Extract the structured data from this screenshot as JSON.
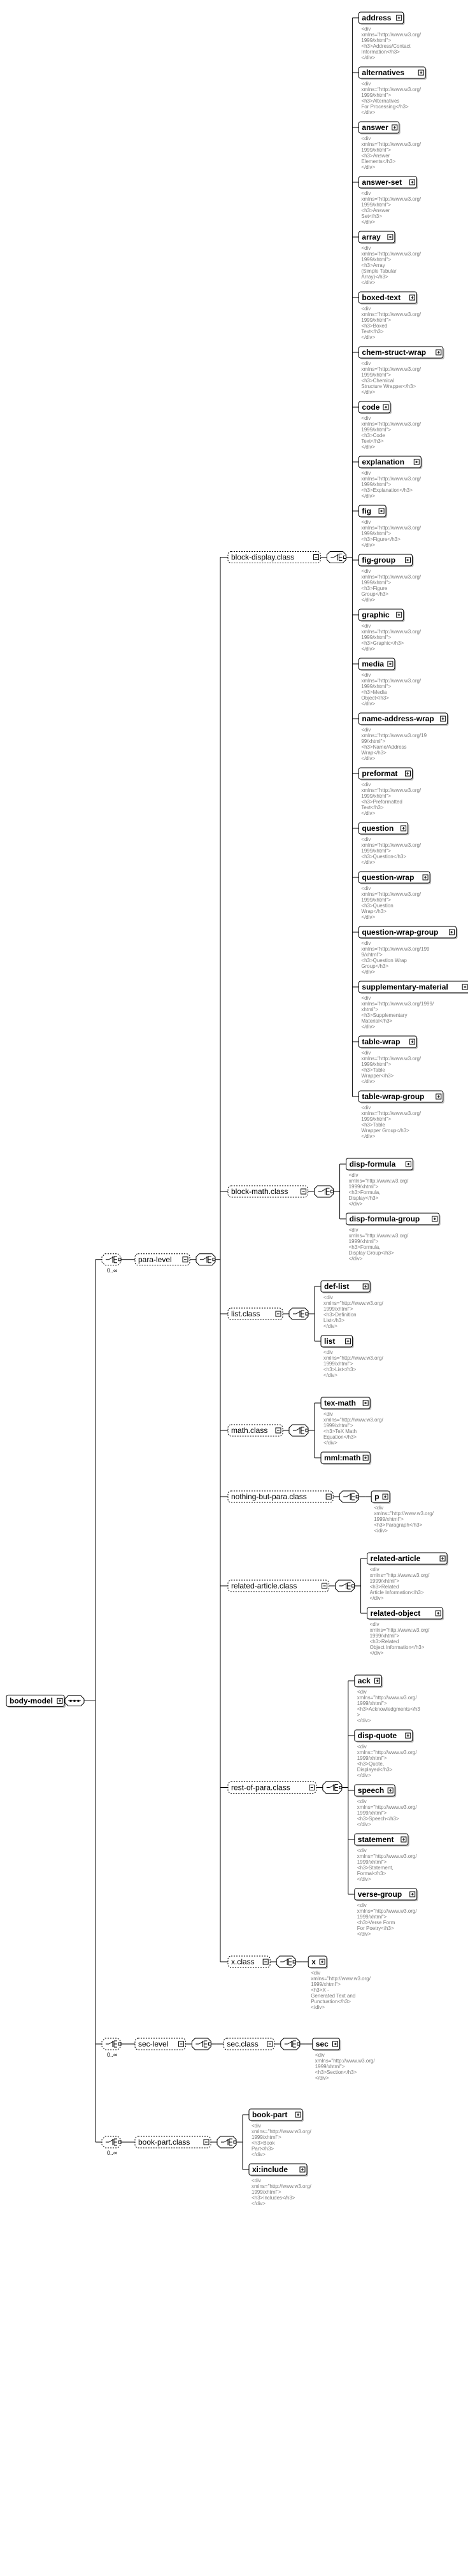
{
  "root": {
    "label": "body-model"
  },
  "occurrence": "0..∞",
  "groups": [
    {
      "label": "para-level",
      "children": [
        {
          "label": "block-display.class",
          "elements": [
            {
              "name": "address",
              "doc": [
                "<div",
                "xmlns=\"http://www.w3.org/",
                "1999/xhtml\">",
                "<h3>Address/Contact",
                "Information</h3>",
                "</div>"
              ]
            },
            {
              "name": "alternatives",
              "doc": [
                "<div",
                "xmlns=\"http://www.w3.org/",
                "1999/xhtml\">",
                "<h3>Alternatives",
                "For Processing</h3>",
                "</div>"
              ]
            },
            {
              "name": "answer",
              "doc": [
                "<div",
                "xmlns=\"http://www.w3.org/",
                "1999/xhtml\">",
                "<h3>Answer",
                "Elements</h3>",
                "</div>"
              ]
            },
            {
              "name": "answer-set",
              "doc": [
                "<div",
                "xmlns=\"http://www.w3.org/",
                "1999/xhtml\">",
                "<h3>Answer",
                "Set</h3>",
                "</div>"
              ]
            },
            {
              "name": "array",
              "doc": [
                "<div",
                "xmlns=\"http://www.w3.org/",
                "1999/xhtml\">",
                "<h3>Array",
                "(Simple Tabular",
                "Array)</h3>",
                "</div>"
              ]
            },
            {
              "name": "boxed-text",
              "doc": [
                "<div",
                "xmlns=\"http://www.w3.org/",
                "1999/xhtml\">",
                "<h3>Boxed",
                "Text</h3>",
                "</div>"
              ]
            },
            {
              "name": "chem-struct-wrap",
              "doc": [
                "<div",
                "xmlns=\"http://www.w3.org/",
                "1999/xhtml\">",
                "<h3>Chemical",
                "Structure Wrapper</h3>",
                "</div>"
              ]
            },
            {
              "name": "code",
              "doc": [
                "<div",
                "xmlns=\"http://www.w3.org/",
                "1999/xhtml\">",
                "<h3>Code",
                "Text</h3>",
                "</div>"
              ]
            },
            {
              "name": "explanation",
              "doc": [
                "<div",
                "xmlns=\"http://www.w3.org/",
                "1999/xhtml\">",
                "<h3>Explanation</h3>",
                "</div>"
              ]
            },
            {
              "name": "fig",
              "doc": [
                "<div",
                "xmlns=\"http://www.w3.org/",
                "1999/xhtml\">",
                "<h3>Figure</h3>",
                "</div>"
              ]
            },
            {
              "name": "fig-group",
              "doc": [
                "<div",
                "xmlns=\"http://www.w3.org/",
                "1999/xhtml\">",
                "<h3>Figure",
                "Group</h3>",
                "</div>"
              ]
            },
            {
              "name": "graphic",
              "doc": [
                "<div",
                "xmlns=\"http://www.w3.org/",
                "1999/xhtml\">",
                "<h3>Graphic</h3>",
                "</div>"
              ]
            },
            {
              "name": "media",
              "doc": [
                "<div",
                "xmlns=\"http://www.w3.org/",
                "1999/xhtml\">",
                "<h3>Media",
                "Object</h3>",
                "</div>"
              ]
            },
            {
              "name": "name-address-wrap",
              "doc": [
                "<div",
                "xmlns=\"http://www.w3.org/19",
                "99/xhtml\">",
                "<h3>Name/Address",
                "Wrap</h3>",
                "</div>"
              ]
            },
            {
              "name": "preformat",
              "doc": [
                "<div",
                "xmlns=\"http://www.w3.org/",
                "1999/xhtml\">",
                "<h3>Preformatted",
                "Text</h3>",
                "</div>"
              ]
            },
            {
              "name": "question",
              "doc": [
                "<div",
                "xmlns=\"http://www.w3.org/",
                "1999/xhtml\">",
                "<h3>Question</h3>",
                "</div>"
              ]
            },
            {
              "name": "question-wrap",
              "doc": [
                "<div",
                "xmlns=\"http://www.w3.org/",
                "1999/xhtml\">",
                "<h3>Question",
                "Wrap</h3>",
                "</div>"
              ]
            },
            {
              "name": "question-wrap-group",
              "doc": [
                "<div",
                "xmlns=\"http://www.w3.org/199",
                "9/xhtml\">",
                "<h3>Question Wrap",
                "Group</h3>",
                "</div>"
              ]
            },
            {
              "name": "supplementary-material",
              "doc": [
                "<div",
                "xmlns=\"http://www.w3.org/1999/",
                "xhtml\">",
                "<h3>Supplementary",
                "Material</h3>",
                "</div>"
              ]
            },
            {
              "name": "table-wrap",
              "doc": [
                "<div",
                "xmlns=\"http://www.w3.org/",
                "1999/xhtml\">",
                "<h3>Table",
                "Wrapper</h3>",
                "</div>"
              ]
            },
            {
              "name": "table-wrap-group",
              "doc": [
                "<div",
                "xmlns=\"http://www.w3.org/",
                "1999/xhtml\">",
                "<h3>Table",
                "Wrapper Group</h3>",
                "</div>"
              ]
            }
          ]
        },
        {
          "label": "block-math.class",
          "elements": [
            {
              "name": "disp-formula",
              "doc": [
                "<div",
                "xmlns=\"http://www.w3.org/",
                "1999/xhtml\">",
                "<h3>Formula,",
                "Display</h3>",
                "</div>"
              ]
            },
            {
              "name": "disp-formula-group",
              "doc": [
                "<div",
                "xmlns=\"http://www.w3.org/",
                "1999/xhtml\">",
                "<h3>Formula,",
                "Display Group</h3>",
                "</div>"
              ]
            }
          ]
        },
        {
          "label": "list.class",
          "elements": [
            {
              "name": "def-list",
              "doc": [
                "<div",
                "xmlns=\"http://www.w3.org/",
                "1999/xhtml\">",
                "<h3>Definition",
                "List</h3>",
                "</div>"
              ]
            },
            {
              "name": "list",
              "doc": [
                "<div",
                "xmlns=\"http://www.w3.org/",
                "1999/xhtml\">",
                "<h3>List</h3>",
                "</div>"
              ]
            }
          ]
        },
        {
          "label": "math.class",
          "elements": [
            {
              "name": "tex-math",
              "doc": [
                "<div",
                "xmlns=\"http://www.w3.org/",
                "1999/xhtml\">",
                "<h3>TeX Math",
                "Equation</h3>",
                "</div>"
              ]
            },
            {
              "name": "mml:math",
              "doc": []
            }
          ]
        },
        {
          "label": "nothing-but-para.class",
          "elements": [
            {
              "name": "p",
              "doc": [
                "<div",
                "xmlns=\"http://www.w3.org/",
                "1999/xhtml\">",
                "<h3>Paragraph</h3>",
                "</div>"
              ]
            }
          ]
        },
        {
          "label": "related-article.class",
          "elements": [
            {
              "name": "related-article",
              "doc": [
                "<div",
                "xmlns=\"http://www.w3.org/",
                "1999/xhtml\">",
                "<h3>Related",
                "Article Information</h3>",
                "</div>"
              ]
            },
            {
              "name": "related-object",
              "doc": [
                "<div",
                "xmlns=\"http://www.w3.org/",
                "1999/xhtml\">",
                "<h3>Related",
                "Object Information</h3>",
                "</div>"
              ]
            }
          ]
        },
        {
          "label": "rest-of-para.class",
          "elements": [
            {
              "name": "ack",
              "doc": [
                "<div",
                "xmlns=\"http://www.w3.org/",
                "1999/xhtml\">",
                "<h3>Acknowledgments</h3",
                ">",
                "</div>"
              ]
            },
            {
              "name": "disp-quote",
              "doc": [
                "<div",
                "xmlns=\"http://www.w3.org/",
                "1999/xhtml\">",
                "<h3>Quote,",
                "Displayed</h3>",
                "</div>"
              ]
            },
            {
              "name": "speech",
              "doc": [
                "<div",
                "xmlns=\"http://www.w3.org/",
                "1999/xhtml\">",
                "<h3>Speech</h3>",
                "</div>"
              ]
            },
            {
              "name": "statement",
              "doc": [
                "<div",
                "xmlns=\"http://www.w3.org/",
                "1999/xhtml\">",
                "<h3>Statement,",
                "Formal</h3>",
                "</div>"
              ]
            },
            {
              "name": "verse-group",
              "doc": [
                "<div",
                "xmlns=\"http://www.w3.org/",
                "1999/xhtml\">",
                "<h3>Verse Form",
                "For Poetry</h3>",
                "</div>"
              ]
            }
          ]
        },
        {
          "label": "x.class",
          "elements": [
            {
              "name": "x",
              "doc": [
                "<div",
                "xmlns=\"http://www.w3.org/",
                "1999/xhtml\">",
                "<h3>X -",
                "Generated Text and",
                "Punctuation</h3>",
                "</div>"
              ]
            }
          ]
        }
      ]
    },
    {
      "label": "sec-level",
      "children": [
        {
          "label": "sec.class",
          "elements": [
            {
              "name": "sec",
              "doc": [
                "<div",
                "xmlns=\"http://www.w3.org/",
                "1999/xhtml\">",
                "<h3>Section</h3>",
                "</div>"
              ]
            }
          ]
        }
      ]
    },
    {
      "label": "book-part.class",
      "children": [],
      "elements": [
        {
          "name": "book-part",
          "doc": [
            "<div",
            "xmlns=\"http://www.w3.org/",
            "1999/xhtml\">",
            "<h3>Book",
            "Part</h3>",
            "</div>"
          ]
        },
        {
          "name": "xi:include",
          "doc": [
            "<div",
            "xmlns=\"http://www.w3.org/",
            "1999/xhtml\">",
            "<h3>Includes</h3>",
            "</div>"
          ]
        }
      ]
    }
  ]
}
